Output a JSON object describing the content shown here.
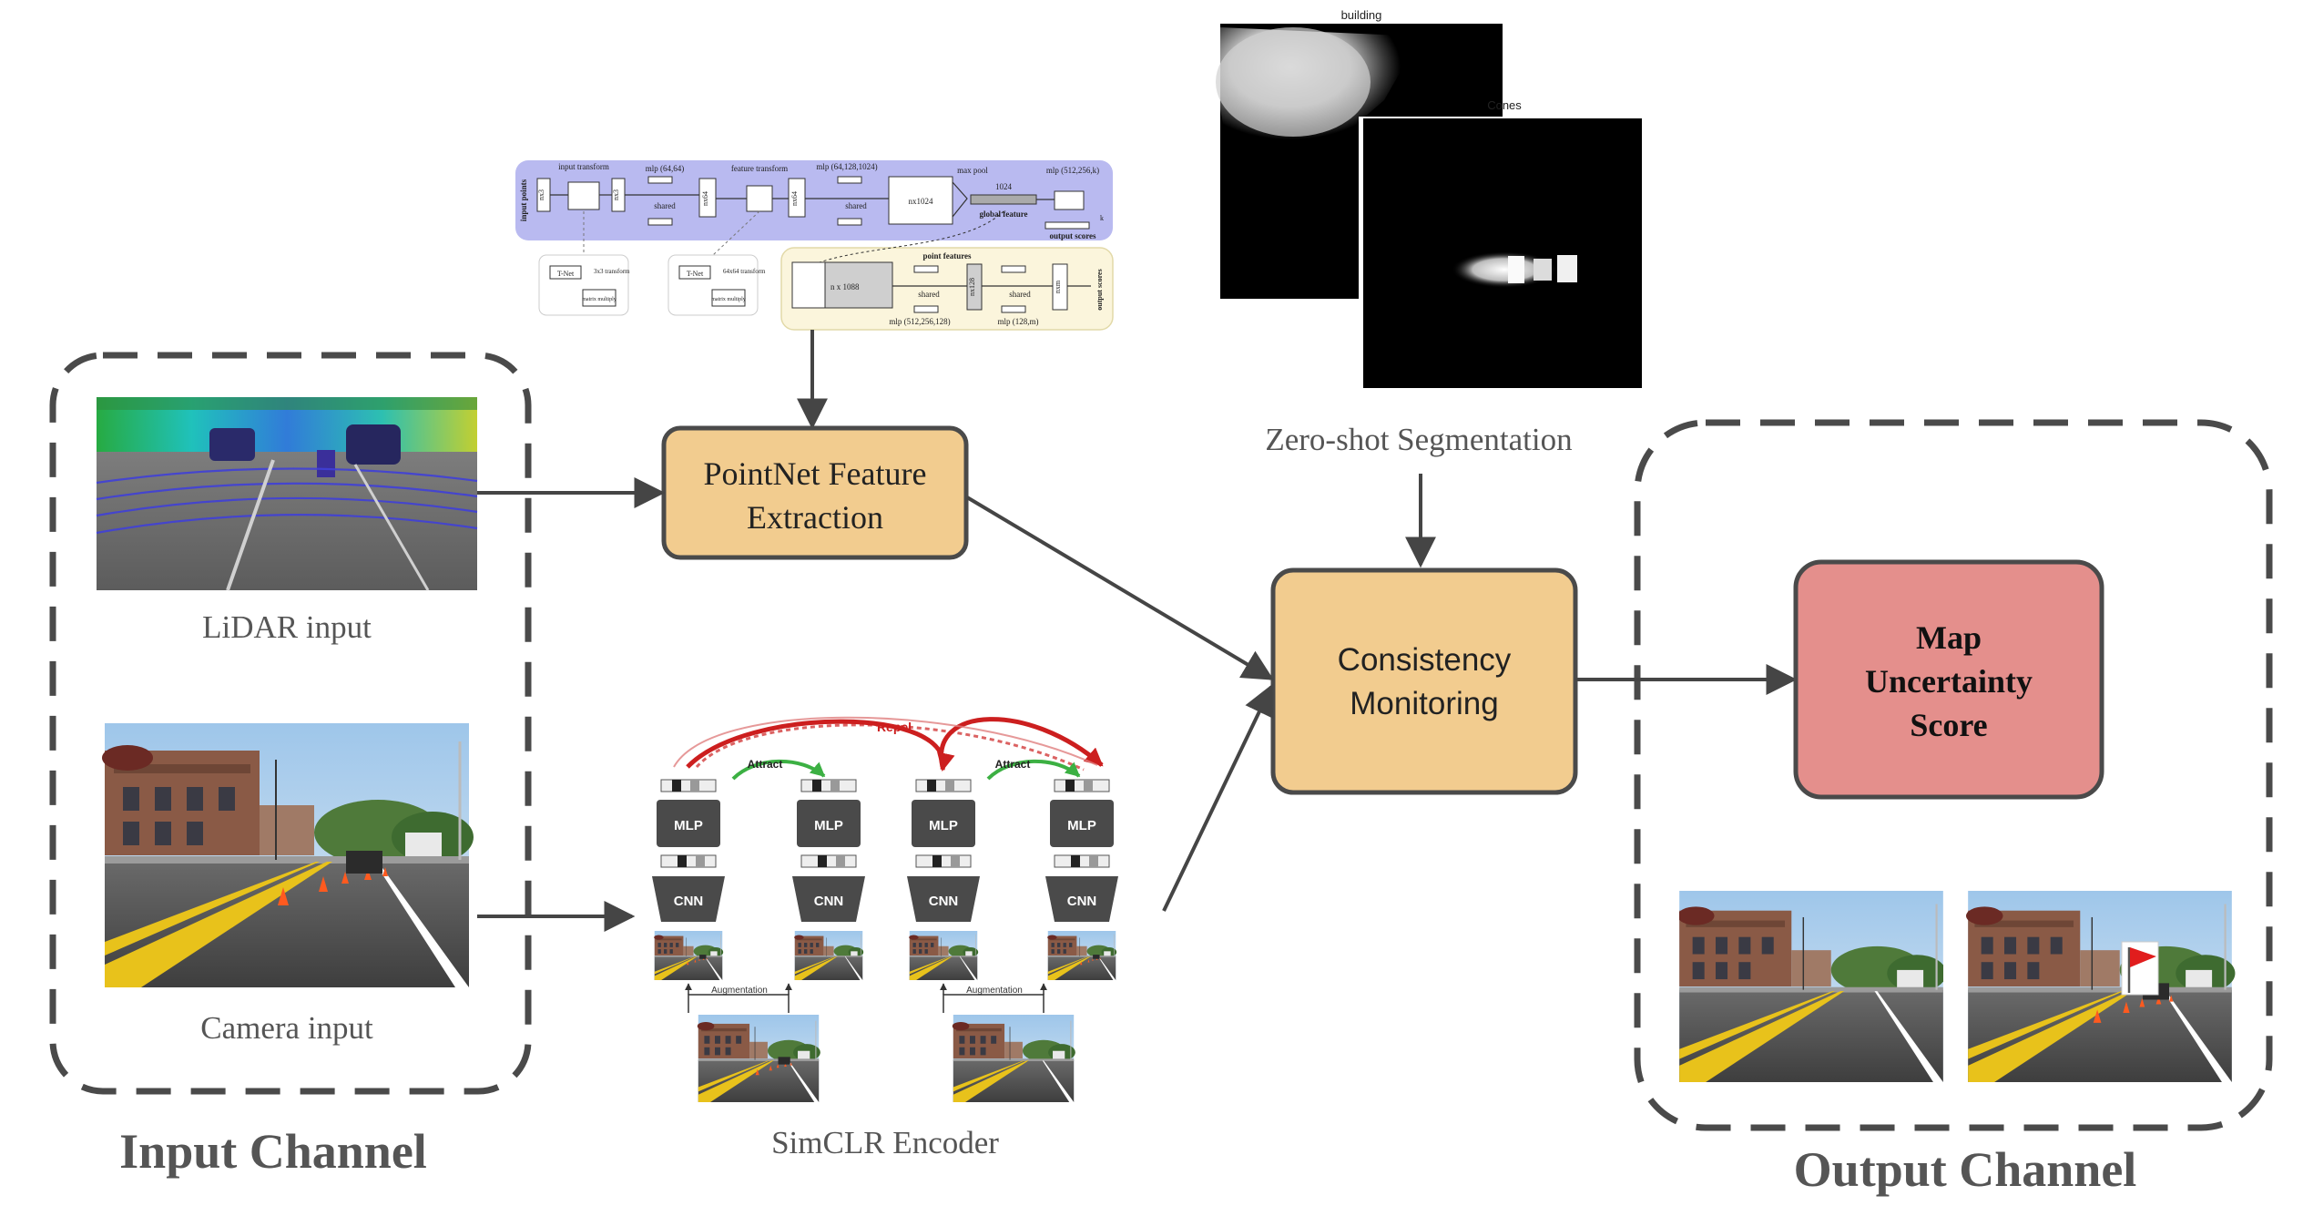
{
  "input_channel": {
    "title": "Input Channel",
    "lidar_label": "LiDAR input",
    "camera_label": "Camera input"
  },
  "pointnet": {
    "box_line1": "PointNet Feature",
    "box_line2": "Extraction",
    "diagram": {
      "input_points": "input points",
      "input_transform": "input transform",
      "mlp_64": "mlp (64,64)",
      "feature_transform": "feature transform",
      "mlp_1024": "mlp (64,128,1024)",
      "max_pool": "max pool",
      "global_feature": "global feature",
      "mlp_k": "mlp (512,256,k)",
      "output_scores": "output scores",
      "shared": "shared",
      "nx3": "nx3",
      "nx64": "nx64",
      "nx1024": "nx1024",
      "v1024": "1024",
      "k": "k",
      "tnet": "T-Net",
      "t3": "3x3 transform",
      "t64": "64x64 transform",
      "matmul": "matrix multiply",
      "point_features": "point features",
      "n_x_1088": "n x 1088",
      "nx128": "nx128",
      "nxm": "nxm",
      "mlp_512_256_128": "mlp (512,256,128)",
      "mlp_128_m": "mlp (128,m)"
    }
  },
  "simclr": {
    "label": "SimCLR Encoder",
    "repel": "Repel",
    "attract": "Attract",
    "mlp": "MLP",
    "cnn": "CNN",
    "augmentation": "Augmentation"
  },
  "segmentation": {
    "label": "Zero-shot Segmentation",
    "map1_title": "building",
    "map2_title": "Cones"
  },
  "consistency": {
    "line1": "Consistency",
    "line2": "Monitoring"
  },
  "uncertainty": {
    "line1": "Map",
    "line2": "Uncertainty",
    "line3": "Score"
  },
  "output_channel": {
    "title": "Output Channel"
  },
  "colors": {
    "orange_box": "#f2cc8f",
    "red_box": "#e48f8c",
    "box_stroke": "#4a4a4a",
    "arrow": "#454545",
    "pointnet_blue": "#b9baf0",
    "pointnet_cream": "#fbf5dc",
    "repel_red": "#cc1f1f",
    "attract_green": "#3cb043"
  }
}
